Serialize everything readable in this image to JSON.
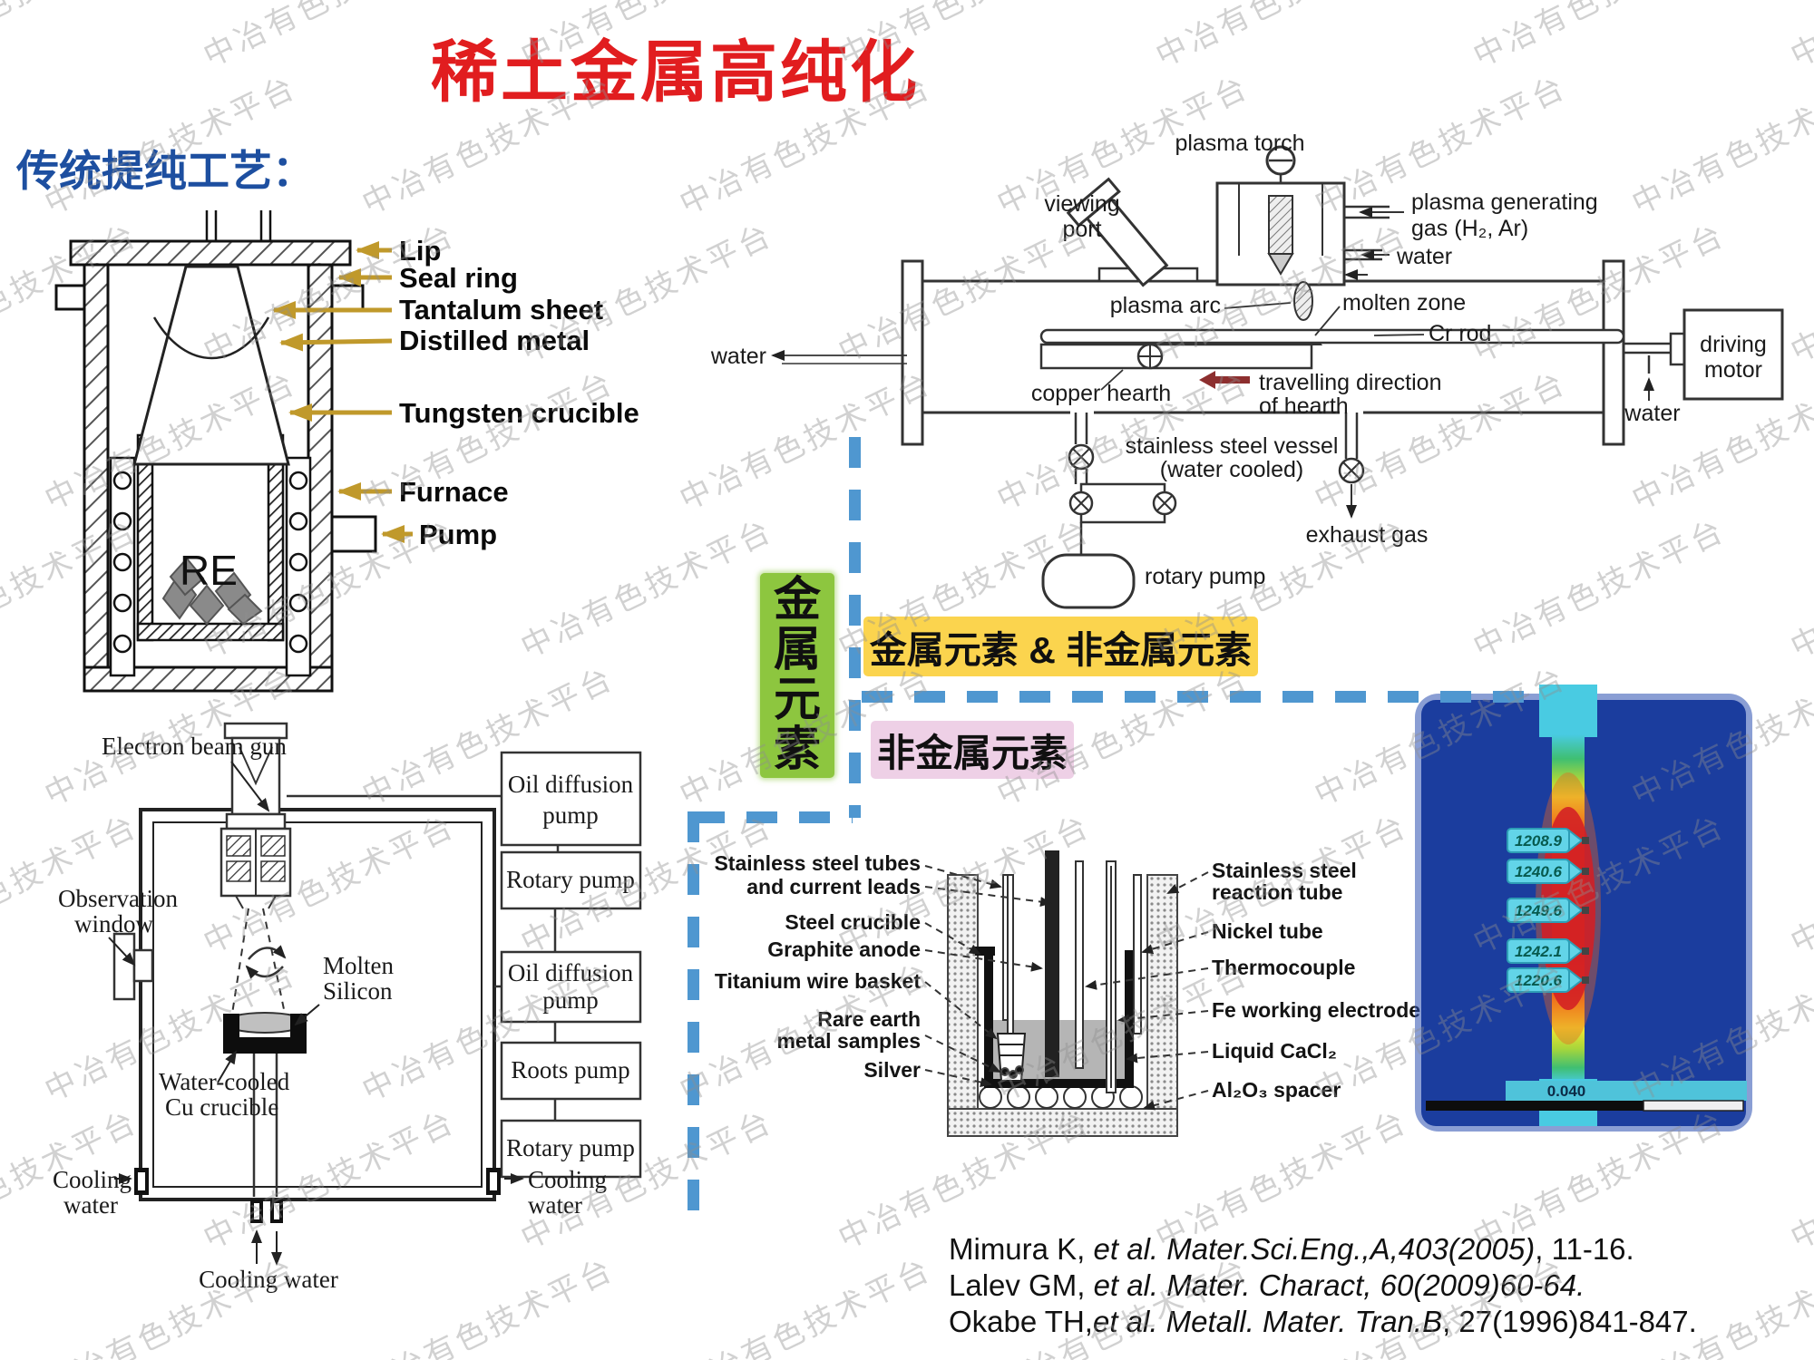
{
  "title": "稀土金属高纯化",
  "watermark": {
    "text": "中冶有色技术平台"
  },
  "intro": {
    "label": "传统提纯工艺："
  },
  "flow": {
    "green_box": "金属元素",
    "yellow_box": "金属元素 & 非金属元素",
    "pink_box": "非金属元素"
  },
  "furnace_diagram": {
    "re": "RE",
    "labels": {
      "lip": "Lip",
      "seal_ring": "Seal ring",
      "tantalum_sheet": "Tantalum sheet",
      "distilled_metal": "Distilled metal",
      "tungsten_crucible": "Tungsten crucible",
      "furnace": "Furnace",
      "pump": "Pump"
    }
  },
  "plasma_diagram": {
    "labels": {
      "plasma_torch": "plasma torch",
      "viewing_port": [
        "viewing",
        "port"
      ],
      "gas": [
        "plasma generating",
        "gas (H₂, Ar)"
      ],
      "water_torch": "water",
      "plasma_arc": "plasma arc",
      "molten_zone": "molten zone",
      "cr_rod": "Cr rod",
      "water_left": "water",
      "copper_hearth": "copper hearth",
      "travel": [
        "travelling direction",
        "of hearth"
      ],
      "driving_motor": [
        "driving",
        "motor"
      ],
      "water_motor": "water",
      "vessel": [
        "stainless steel vessel",
        "(water cooled)"
      ],
      "exhaust_gas": "exhaust gas",
      "rotary_pump": "rotary pump"
    }
  },
  "eb_diagram": {
    "labels": {
      "gun": "Electron beam gun",
      "observation": [
        "Observation",
        "window"
      ],
      "molten_silicon": [
        "Molten",
        "Silicon"
      ],
      "cu_crucible": [
        "Water-cooled",
        "Cu crucible"
      ],
      "cooling_left": [
        "Cooling",
        "water"
      ],
      "cooling_right": [
        "Cooling",
        "water"
      ],
      "cooling_bottom": "Cooling water"
    },
    "pumps": [
      [
        "Oil diffusion",
        "pump"
      ],
      [
        "Rotary pump"
      ],
      [
        "Oil diffusion",
        "pump"
      ],
      [
        "Roots pump"
      ],
      [
        "Rotary pump"
      ]
    ]
  },
  "cell_diagram": {
    "left_labels": [
      [
        "Stainless steel tubes",
        "and current leads"
      ],
      [
        "Steel crucible"
      ],
      [
        "Graphite anode"
      ],
      [
        "Titanium wire basket"
      ],
      [
        "Rare earth",
        "metal samples"
      ],
      [
        "Silver"
      ]
    ],
    "right_labels": [
      [
        "Stainless steel",
        "reaction tube"
      ],
      [
        "Nickel tube"
      ],
      [
        "Thermocouple"
      ],
      [
        "Fe working electrode"
      ],
      [
        "Liquid CaCl₂"
      ],
      [
        "Al₂O₃ spacer"
      ]
    ]
  },
  "thermal": {
    "temps": [
      "1208.9",
      "1240.6",
      "1249.6",
      "1242.1",
      "1220.6"
    ],
    "scale_label": "0.040"
  },
  "references": [
    {
      "pre": "Mimura K, ",
      "italic": "et al. Mater.Sci.Eng.,A,403(2005)",
      "post": ", 11-16."
    },
    {
      "pre": "Lalev GM, ",
      "italic": "et al. Mater. Charact, 60(2009)60-64.",
      "post": ""
    },
    {
      "pre": "Okabe TH,",
      "italic": "et al. Metall. Mater. Tran.B",
      "post": ", 27(1996)841-847."
    }
  ],
  "colors": {
    "title_red": "#e11d1f",
    "heading_blue": "#1d4fa0",
    "arrow_gold": "#c0992b",
    "travel_arrow_maroon": "#8d2f2f",
    "green_box": "#8dc63f",
    "yellow_box": "#fbd44e",
    "pink_box": "#eed0e6",
    "dash_blue": "#4f97d0",
    "thermal_bg": "#1b3d9e",
    "thermal_tag": "#62d4e8"
  }
}
